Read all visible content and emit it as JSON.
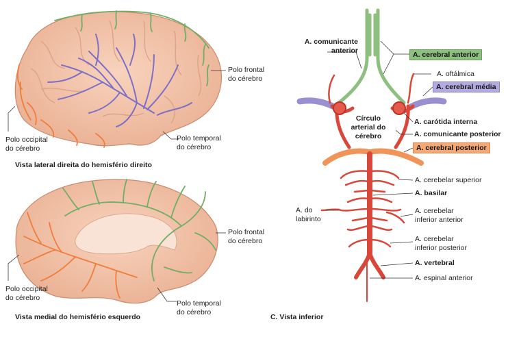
{
  "panels": {
    "lateral_caption": "Vista lateral direita do hemisfério direito",
    "medial_caption": "Vista medial do hemisfério esquerdo",
    "inferior_caption": "C. Vista inferior"
  },
  "lateral_labels": {
    "frontal_pole": "Polo frontal\ndo cérebro",
    "occipital_pole": "Polo occipital\ndo cérebro",
    "temporal_pole": "Polo temporal\ndo cérebro"
  },
  "medial_labels": {
    "frontal_pole": "Polo frontal\ndo cérebro",
    "occipital_pole": "Polo occipital\ndo cérebro",
    "temporal_pole": "Polo temporal\ndo cérebro"
  },
  "arteries": {
    "anterior_communicating": "A. comunicante\nanterior",
    "anterior_cerebral": "A. cerebral anterior",
    "ophthalmic": "A. oftálmica",
    "middle_cerebral": "A. cerebral média",
    "circle_of_willis": "Círculo\narterial do\ncérebro",
    "internal_carotid": "A. carótida interna",
    "posterior_communicating": "A. comunicante posterior",
    "posterior_cerebral": "A. cerebral posterior",
    "superior_cerebellar": "A. cerebelar superior",
    "basilar": "A. basilar",
    "labyrinthine": "A. do\nlabirinto",
    "anterior_inferior_cerebellar": "A. cerebelar\ninferior anterior",
    "posterior_inferior_cerebellar": "A. cerebelar\ninferior posterior",
    "vertebral": "A. vertebral",
    "anterior_spinal": "A. espinal anterior"
  },
  "colors": {
    "anterior_cerebral": "#8dc07f",
    "middle_cerebral": "#9a8fd0",
    "posterior_cerebral": "#f0945a",
    "artery_red": "#d9463a",
    "brain_fill": "#f4c3a8"
  }
}
